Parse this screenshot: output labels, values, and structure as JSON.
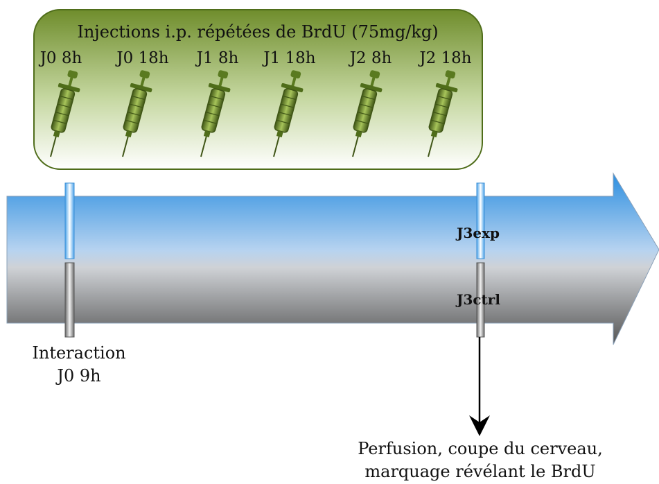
{
  "injection_box": {
    "title": "Injections i.p. répétées de BrdU (75mg/kg)",
    "times": [
      "J0 8h",
      "J0 18h",
      "J1 8h",
      "J1 18h",
      "J2 8h",
      "J2 18h"
    ]
  },
  "timeline": {
    "exp_label": "J3exp",
    "ctrl_label": "J3ctrl"
  },
  "interaction": {
    "line1": "Interaction",
    "line2": "J0 9h"
  },
  "outcome": {
    "line1": "Perfusion, coupe du cerveau,",
    "line2": "marquage révélant le BrdU"
  },
  "colors": {
    "box_fill_top": "#6f8d2c",
    "box_fill_bottom": "#ffffff",
    "box_border": "#4f6d1a",
    "arrow_blue": "#2d8fe0",
    "arrow_grey": "#5a5a5a",
    "syringe": "#7a9a3a"
  },
  "icons": [
    "syringe-icon"
  ]
}
